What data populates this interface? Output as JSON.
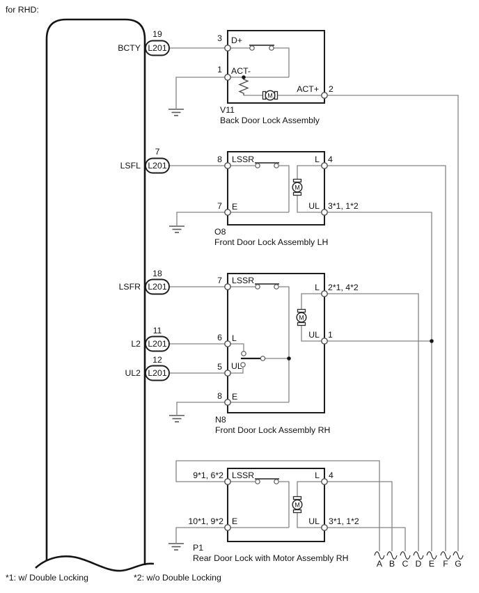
{
  "labels": {
    "title": "for RHD:",
    "fn1": "*1: w/ Double Locking",
    "fn2": "*2: w/o Double Locking",
    "motor": "M"
  },
  "connectors": {
    "bcty": {
      "name": "BCTY",
      "pin": "19",
      "code": "L201"
    },
    "lsfl": {
      "name": "LSFL",
      "pin": "7",
      "code": "L201"
    },
    "lsfr": {
      "name": "LSFR",
      "pin": "18",
      "code": "L201"
    },
    "l2": {
      "name": "L2",
      "pin": "11",
      "code": "L201"
    },
    "ul2": {
      "name": "UL2",
      "pin": "12",
      "code": "L201"
    }
  },
  "v11": {
    "code": "V11",
    "name": "Back Door Lock Assembly",
    "pin3": "3",
    "dplus": "D+",
    "pin1": "1",
    "actminus": "ACT-",
    "actplus": "ACT+",
    "pin2": "2"
  },
  "o8": {
    "code": "O8",
    "name": "Front Door Lock Assembly LH",
    "pin8": "8",
    "lssr": "LSSR",
    "l": "L",
    "pin4": "4",
    "pin7": "7",
    "e": "E",
    "ul": "UL",
    "ulpin": "3*1, 1*2"
  },
  "n8": {
    "code": "N8",
    "name": "Front Door Lock Assembly RH",
    "pin7": "7",
    "lssr": "LSSR",
    "lr": "L",
    "lrpin": "2*1, 4*2",
    "pin6": "6",
    "l": "L",
    "pin5": "5",
    "ul": "UL",
    "ulr": "UL",
    "ulrpin": "1",
    "pin8": "8",
    "e": "E"
  },
  "p1": {
    "code": "P1",
    "name": "Rear Door Lock with Motor Assembly RH",
    "lssrpin": "9*1, 6*2",
    "lssr": "LSSR",
    "l": "L",
    "pin4": "4",
    "epin": "10*1, 9*2",
    "e": "E",
    "ul": "UL",
    "ulpin": "3*1, 1*2"
  },
  "bottom": {
    "a": "A",
    "b": "B",
    "c": "C",
    "d": "D",
    "e": "E",
    "f": "F",
    "g": "G"
  }
}
